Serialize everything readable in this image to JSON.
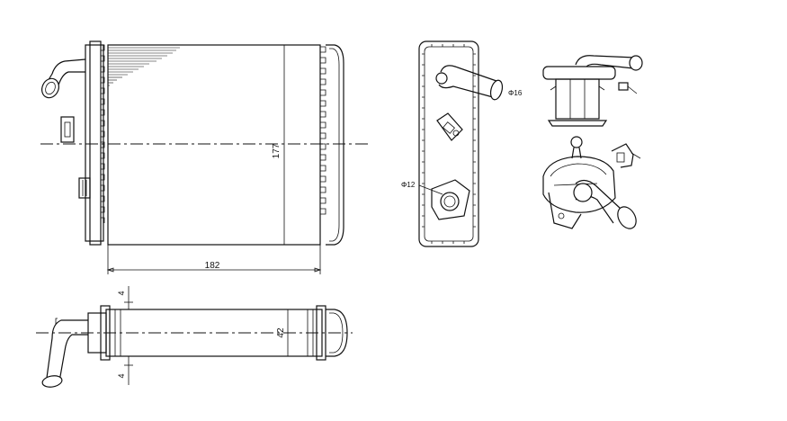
{
  "dimensions": {
    "width_label": "182",
    "height_label": "177",
    "depth_label": "42",
    "offset_top_label": "4",
    "offset_bottom_label": "4",
    "inlet_diameter_label": "Φ16",
    "outlet_diameter_label": "Φ12"
  }
}
